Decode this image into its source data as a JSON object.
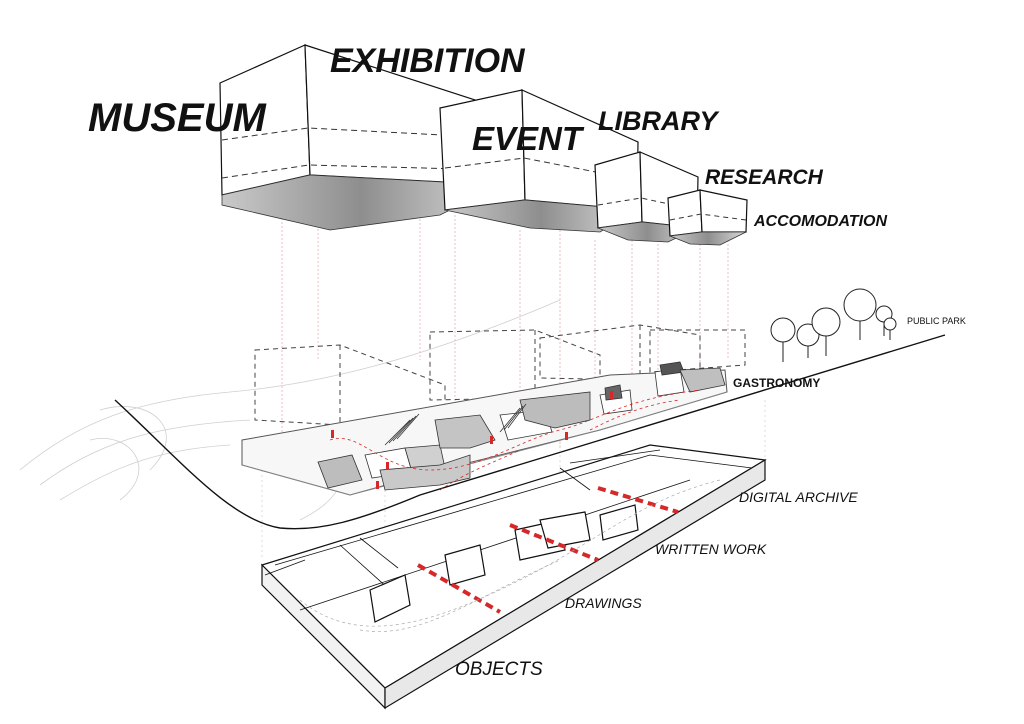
{
  "labels": {
    "museum": "MUSEUM",
    "exhibition": "EXHIBITION",
    "event": "EVENT",
    "library": "LIBRARY",
    "research": "RESEARCH",
    "accomodation": "ACCOMODATION",
    "public_park": "PUBLIC PARK",
    "gastronomy": "GASTRONOMY",
    "digital_archive": "DIGITAL ARCHIVE",
    "written_work": "WRITTEN WORK",
    "drawings": "DRAWINGS",
    "objects": "OBJECTS"
  },
  "colors": {
    "line": "#111111",
    "guide": "#e9a0a0",
    "accent": "#d62828",
    "shade_dark": "#9a9a9a",
    "shade_light": "#d8d8d8",
    "volume_fill": "#ffffff"
  }
}
